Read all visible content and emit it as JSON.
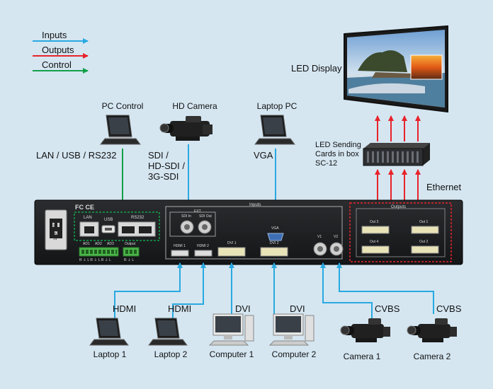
{
  "legend": {
    "inputs": "Inputs",
    "outputs": "Outputs",
    "control": "Control"
  },
  "colors": {
    "inputs": "#29a9e0",
    "outputs": "#e8232b",
    "control": "#14a04a"
  },
  "led_display": "LED Display",
  "sources_top": {
    "pc_control": "PC Control",
    "hd_camera": "HD Camera",
    "laptop_pc": "Laptop PC",
    "lan_usb": "LAN / USB / RS232",
    "sdi": [
      "SDI /",
      "HD-SDI /",
      "3G-SDI"
    ],
    "vga": "VGA"
  },
  "sending_card": [
    "LED Sending",
    "Cards in box",
    "SC-12"
  ],
  "ethernet": "Ethernet",
  "device": {
    "power": "100-240V~",
    "certs": "FC CE",
    "lan": "LAN",
    "usb": "USB",
    "rs232": "RS232",
    "audio_in": [
      "AD1",
      "AD2",
      "AD3"
    ],
    "audio_out": "Output",
    "audio_pins": "R ⏚ L  R ⏚ L  R ⏚ L",
    "out_pins": "R ⏚ L",
    "inputs_title": "Inputs",
    "ext": "EXT",
    "sdi_in": "SDI In",
    "sdi_out": "SDI Out",
    "vga": "VGA",
    "hdmi1": "HDMI 1",
    "hdmi2": "HDMI 2",
    "dvi1": "DVI 1",
    "dvi2": "DVI 2",
    "v1": "V1",
    "v2": "V2",
    "outputs_title": "Outputs",
    "out3": "Out 3",
    "out1": "Out 1",
    "out4": "Out 4",
    "out2": "Out 2"
  },
  "bottom_sources": [
    {
      "type": "HDMI",
      "name": "Laptop 1"
    },
    {
      "type": "HDMI",
      "name": "Laptop 2"
    },
    {
      "type": "DVI",
      "name": "Computer 1"
    },
    {
      "type": "DVI",
      "name": "Computer 2"
    },
    {
      "type": "CVBS",
      "name": "Camera 1"
    },
    {
      "type": "CVBS",
      "name": "Camera 2"
    }
  ]
}
